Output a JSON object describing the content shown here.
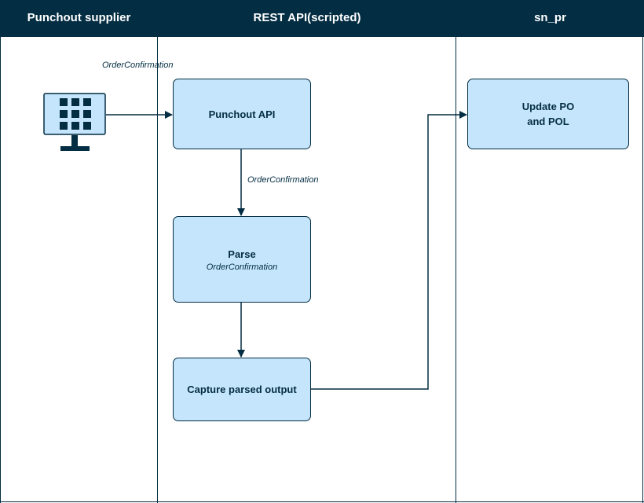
{
  "lanes": [
    {
      "title": "Punchout supplier"
    },
    {
      "title": "REST API(scripted)"
    },
    {
      "title": "sn_pr"
    }
  ],
  "nodes": {
    "punchout_api": {
      "title": "Punchout API"
    },
    "parse": {
      "title": "Parse",
      "subtitle": "OrderConfirmation"
    },
    "capture": {
      "title": "Capture parsed output"
    },
    "update": {
      "title": "Update  PO\nand POL"
    }
  },
  "edges": {
    "supplier_to_api": {
      "label": "OrderConfirmation"
    },
    "api_to_parse": {
      "label": "OrderConfirmation"
    }
  },
  "icons": {
    "supplier": "computer-monitor-icon"
  },
  "colors": {
    "header": "#032d42",
    "node_fill": "#c5e5fc",
    "stroke": "#032d42"
  }
}
